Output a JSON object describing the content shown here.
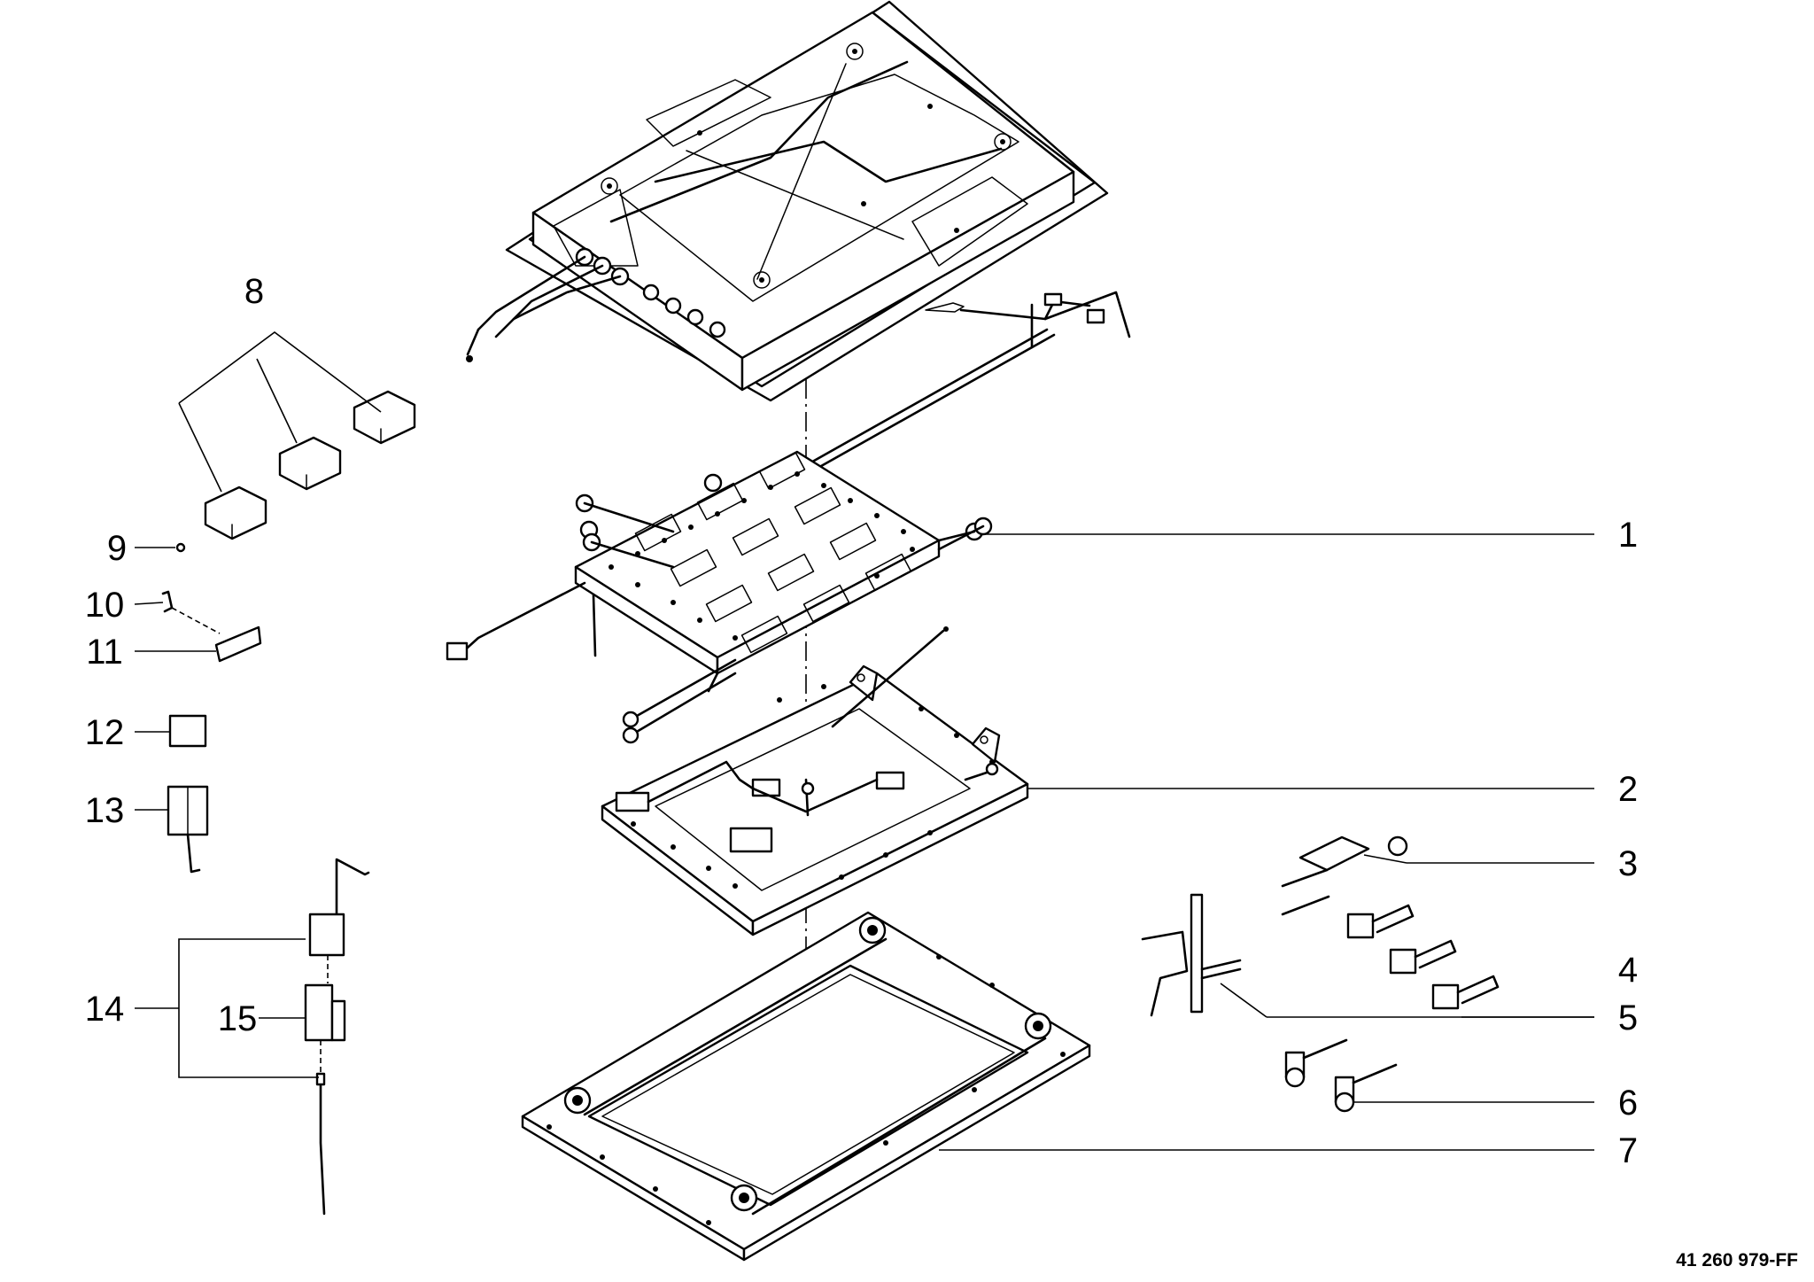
{
  "drawing_code": "41 260 979-FF",
  "callouts": {
    "1": "1",
    "2": "2",
    "3": "3",
    "4": "4",
    "5": "5",
    "6": "6",
    "7": "7",
    "8": "8",
    "9": "9",
    "10": "10",
    "11": "11",
    "12": "12",
    "13": "13",
    "14": "14",
    "15": "15"
  },
  "colors": {
    "line": "#000000",
    "background": "#ffffff"
  }
}
